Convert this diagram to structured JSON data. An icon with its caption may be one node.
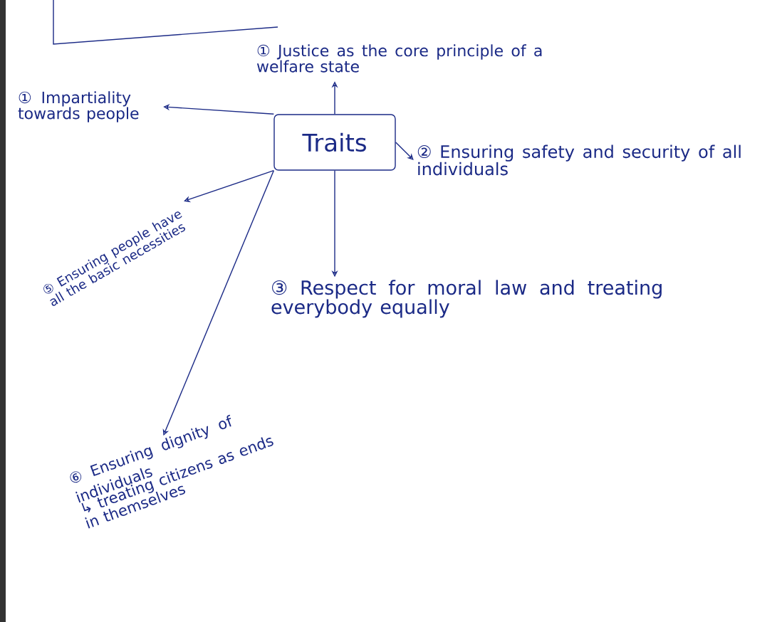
{
  "diagram": {
    "nodes": [
      {
        "text": [
          "① Justice as the core principle of a welfare state"
        ]
      },
      {
        "text": [
          "① Impartiality towards people"
        ]
      },
      {
        "text": [
          "Traits"
        ]
      },
      {
        "text": [
          "② Ensuring safety and security of all individuals"
        ]
      },
      {
        "text": [
          "⑤ Ensuring people have all the basic necessities"
        ]
      },
      {
        "text": [
          "③ Respect for moral law and treating everybody equally"
        ]
      },
      {
        "text": [
          "⑥ Ensuring dignity of individuals",
          "↳ treating citizens as ends in themselves"
        ]
      }
    ],
    "edges": [
      {
        "from": 2,
        "to": 0,
        "arrow": "to"
      },
      {
        "from": 2,
        "to": 1,
        "arrow": "to"
      },
      {
        "from": 2,
        "to": 3,
        "arrow": "to"
      },
      {
        "from": 2,
        "to": 5,
        "arrow": "to"
      },
      {
        "from": 2,
        "to": 4,
        "arrow": "to"
      },
      {
        "from": 2,
        "to": 6,
        "arrow": "to"
      }
    ]
  }
}
